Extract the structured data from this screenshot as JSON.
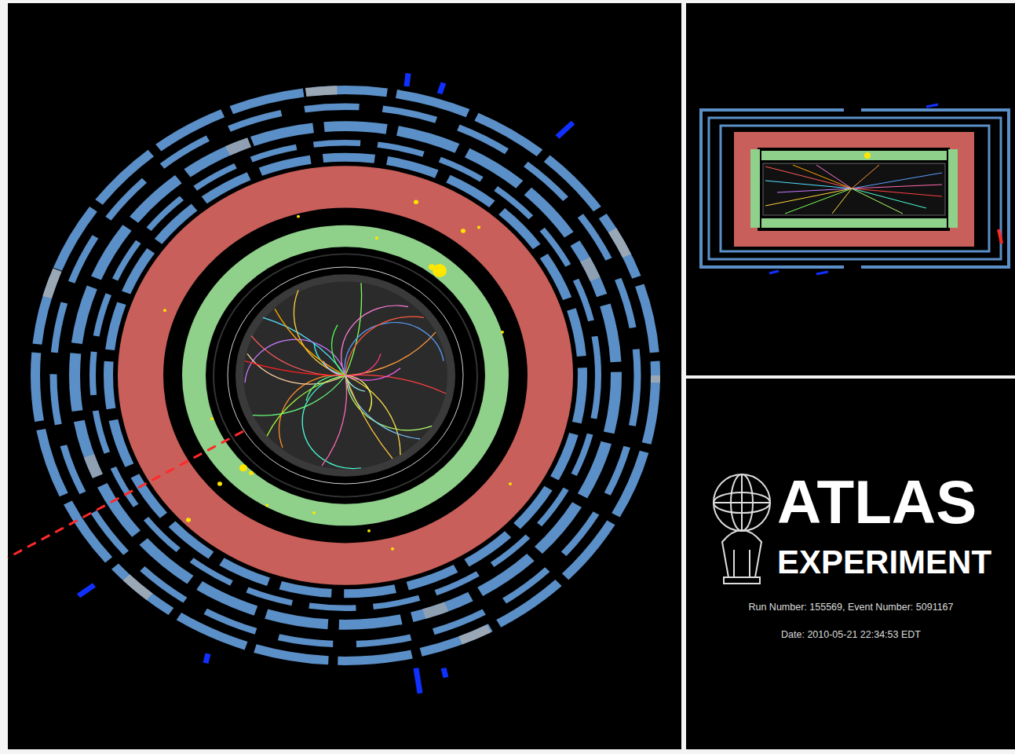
{
  "diagram": {
    "labels": [
      "ATLAS",
      "EXPERIMENT",
      "Run Number: 155569, Event Number: 5091167",
      "Date: 2010-05-21 22:34:53 EDT"
    ]
  }
}
